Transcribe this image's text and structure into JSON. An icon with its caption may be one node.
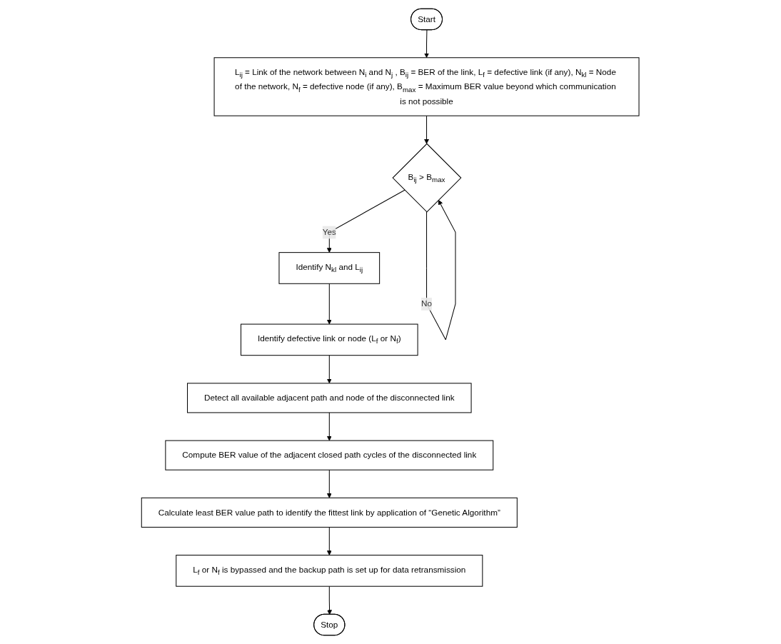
{
  "diagram": {
    "nodes": [
      {
        "text": [
          "Start"
        ]
      },
      {
        "text": [
          "L$_{ij}$ = Link of the network between N$_{i}$ and N$_{j}$ , B$_{ij}$ = BER of the link, L$_{f}$ = defective link (if any), N$_{kl}$ = Node of the network, N$_{f}$ = defective node (if any), B$_{max}$ = Maximum BER value beyond which communication is not possible"
        ]
      },
      {
        "text": [
          "B$_{ij}$ > B$_{max}$"
        ]
      },
      {
        "text": [
          "Identify N$_{kl}$ and L$_{ij}$"
        ]
      },
      {
        "text": [
          "Identify defective link or node (L$_{f}$ or N$_{f}$)"
        ]
      },
      {
        "text": [
          "Detect all available adjacent path and node of the disconnected link"
        ]
      },
      {
        "text": [
          "Compute BER value of the adjacent closed path cycles of the disconnected link"
        ]
      },
      {
        "text": [
          "Calculate least BER value path to identify the fittest link by application of “Genetic Algorithm”"
        ]
      },
      {
        "text": [
          "L$_{f}$ or N$_{f}$ is bypassed and the backup path is set up for data retransmission"
        ]
      },
      {
        "text": [
          "Stop"
        ]
      }
    ],
    "edges": [
      {
        "from": 0,
        "to": 1,
        "arrow": "to"
      },
      {
        "from": 1,
        "to": 2,
        "arrow": "to"
      },
      {
        "from": 2,
        "to": 2,
        "label": "No",
        "arrow": "to"
      },
      {
        "from": 2,
        "to": 3,
        "label": "Yes",
        "arrow": "to"
      },
      {
        "from": 3,
        "to": 4,
        "arrow": "to"
      },
      {
        "from": 4,
        "to": 5,
        "arrow": "to"
      },
      {
        "from": 5,
        "to": 6,
        "arrow": "to"
      },
      {
        "from": 6,
        "to": 7,
        "arrow": "to"
      },
      {
        "from": 7,
        "to": 8,
        "arrow": "to"
      },
      {
        "from": 8,
        "to": 9,
        "arrow": "to"
      }
    ]
  }
}
